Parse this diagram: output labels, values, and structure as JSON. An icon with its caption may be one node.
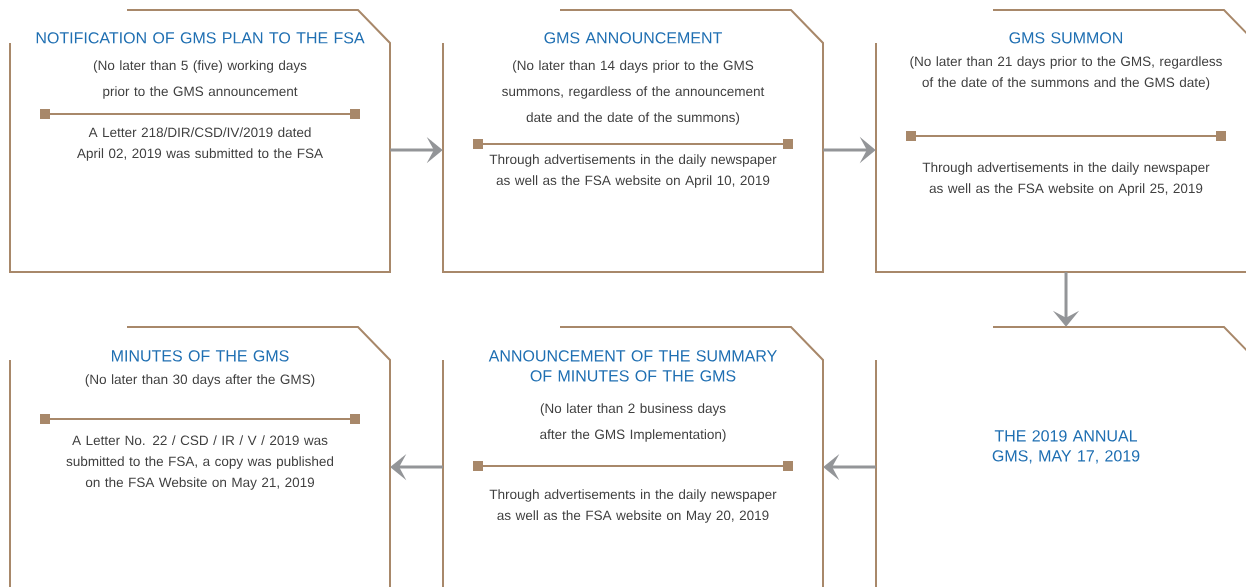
{
  "diagram": {
    "nodes": [
      {
        "text": [
          "NOTIFICATION OF GMS PLAN TO THE FSA",
          "(No later than 5 (five) working days prior to the GMS announcement",
          "A Letter 218/DIR/CSD/IV/2019 dated April 02, 2019 was submitted to the FSA"
        ]
      },
      {
        "text": [
          "GMS ANNOUNCEMENT",
          "(No later than 14 days prior to the GMS summons, regardless of the announcement date and the date of the summons)",
          "Through advertisements in the daily newspaper as well as the FSA website on April 10, 2019"
        ]
      },
      {
        "text": [
          "GMS SUMMON",
          "(No later than 21 days prior to the GMS, regardless of the date of the summons and the GMS date)",
          "Through advertisements in the daily newspaper as well as the FSA website on April 25, 2019"
        ]
      },
      {
        "text": [
          "MINUTES OF THE GMS",
          "(No later than 30 days after the GMS)",
          "A Letter No. 22 / CSD / IR / V / 2019 was submitted to the FSA, a copy was published on the FSA Website on May 21, 2019"
        ]
      },
      {
        "text": [
          "ANNOUNCEMENT OF THE SUMMARY OF MINUTES OF THE GMS",
          "(No later than 2 business days after the GMS Implementation)",
          "Through advertisements in the daily newspaper as well as the FSA website on May 20, 2019"
        ]
      },
      {
        "text": [
          "THE 2019 ANNUAL GMS, MAY 17, 2019"
        ]
      }
    ],
    "edges": [
      {
        "from": 0,
        "to": 1,
        "arrow": "to"
      },
      {
        "from": 1,
        "to": 2,
        "arrow": "to"
      },
      {
        "from": 2,
        "to": 5,
        "arrow": "to"
      },
      {
        "from": 5,
        "to": 4,
        "arrow": "to"
      },
      {
        "from": 4,
        "to": 3,
        "arrow": "to"
      }
    ]
  }
}
